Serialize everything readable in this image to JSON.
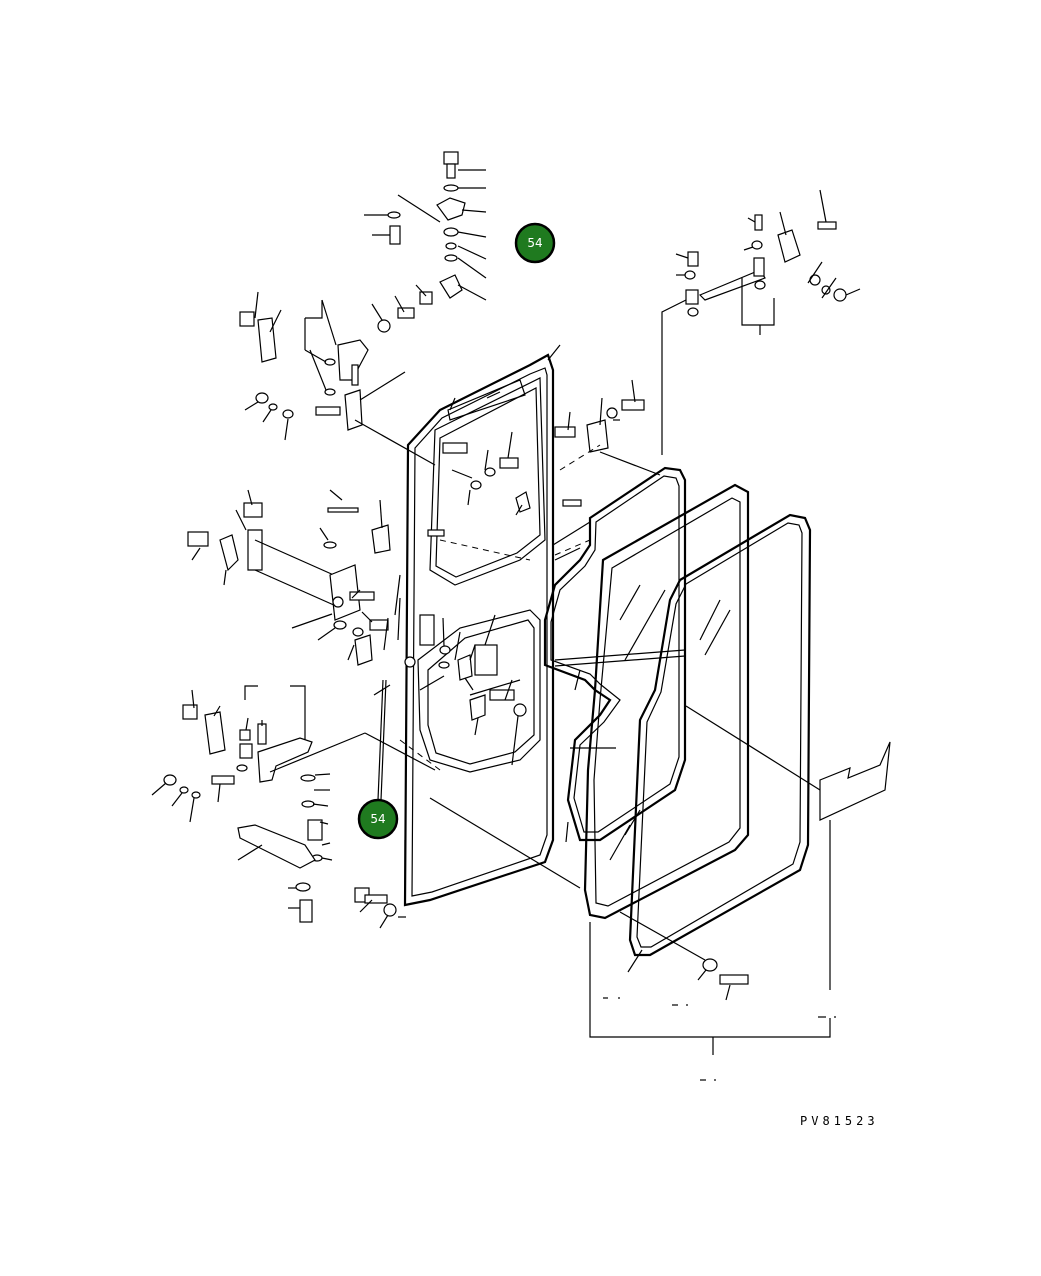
{
  "diagram": {
    "drawing_code": "PV81523",
    "callouts": [
      {
        "id": "callout-top",
        "label": "54"
      },
      {
        "id": "callout-bottom",
        "label": "54"
      }
    ]
  }
}
